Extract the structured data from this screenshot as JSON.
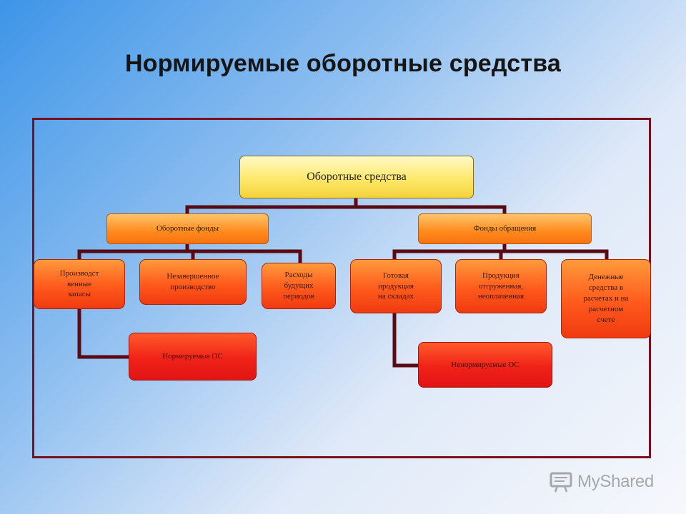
{
  "slide": {
    "title": "Нормируемые оборотные средства"
  },
  "diagram": {
    "root": "Оборотные средства",
    "left_branch": "Оборотные фонды",
    "right_branch": "Фонды обращения",
    "left_children": [
      "Производст\nвенные\nзапасы",
      "Незавершенное\nпроизводство",
      "Расходы\nбудущих\nпериодов"
    ],
    "right_children": [
      "Готовая\nпродукция\nна складах",
      "Продукция\nотгруженная,\nнеоплаченная",
      "Денежные\nсредства в\nрасчетах и на\nрасчетном\nсчете"
    ],
    "left_result": "Нормируемые ОС",
    "right_result": "Ненормируемые ОС"
  },
  "colors": {
    "frame_border": "#7a0f1d",
    "connector": "#5a0a12",
    "root_fill": "#fde86a",
    "branch_fill": "#ff8a1c",
    "leaf_fill": "#ff5a1c",
    "result_fill": "#e01414"
  },
  "watermark": {
    "text": "MyShared",
    "icon": "myshared-logo-icon"
  }
}
